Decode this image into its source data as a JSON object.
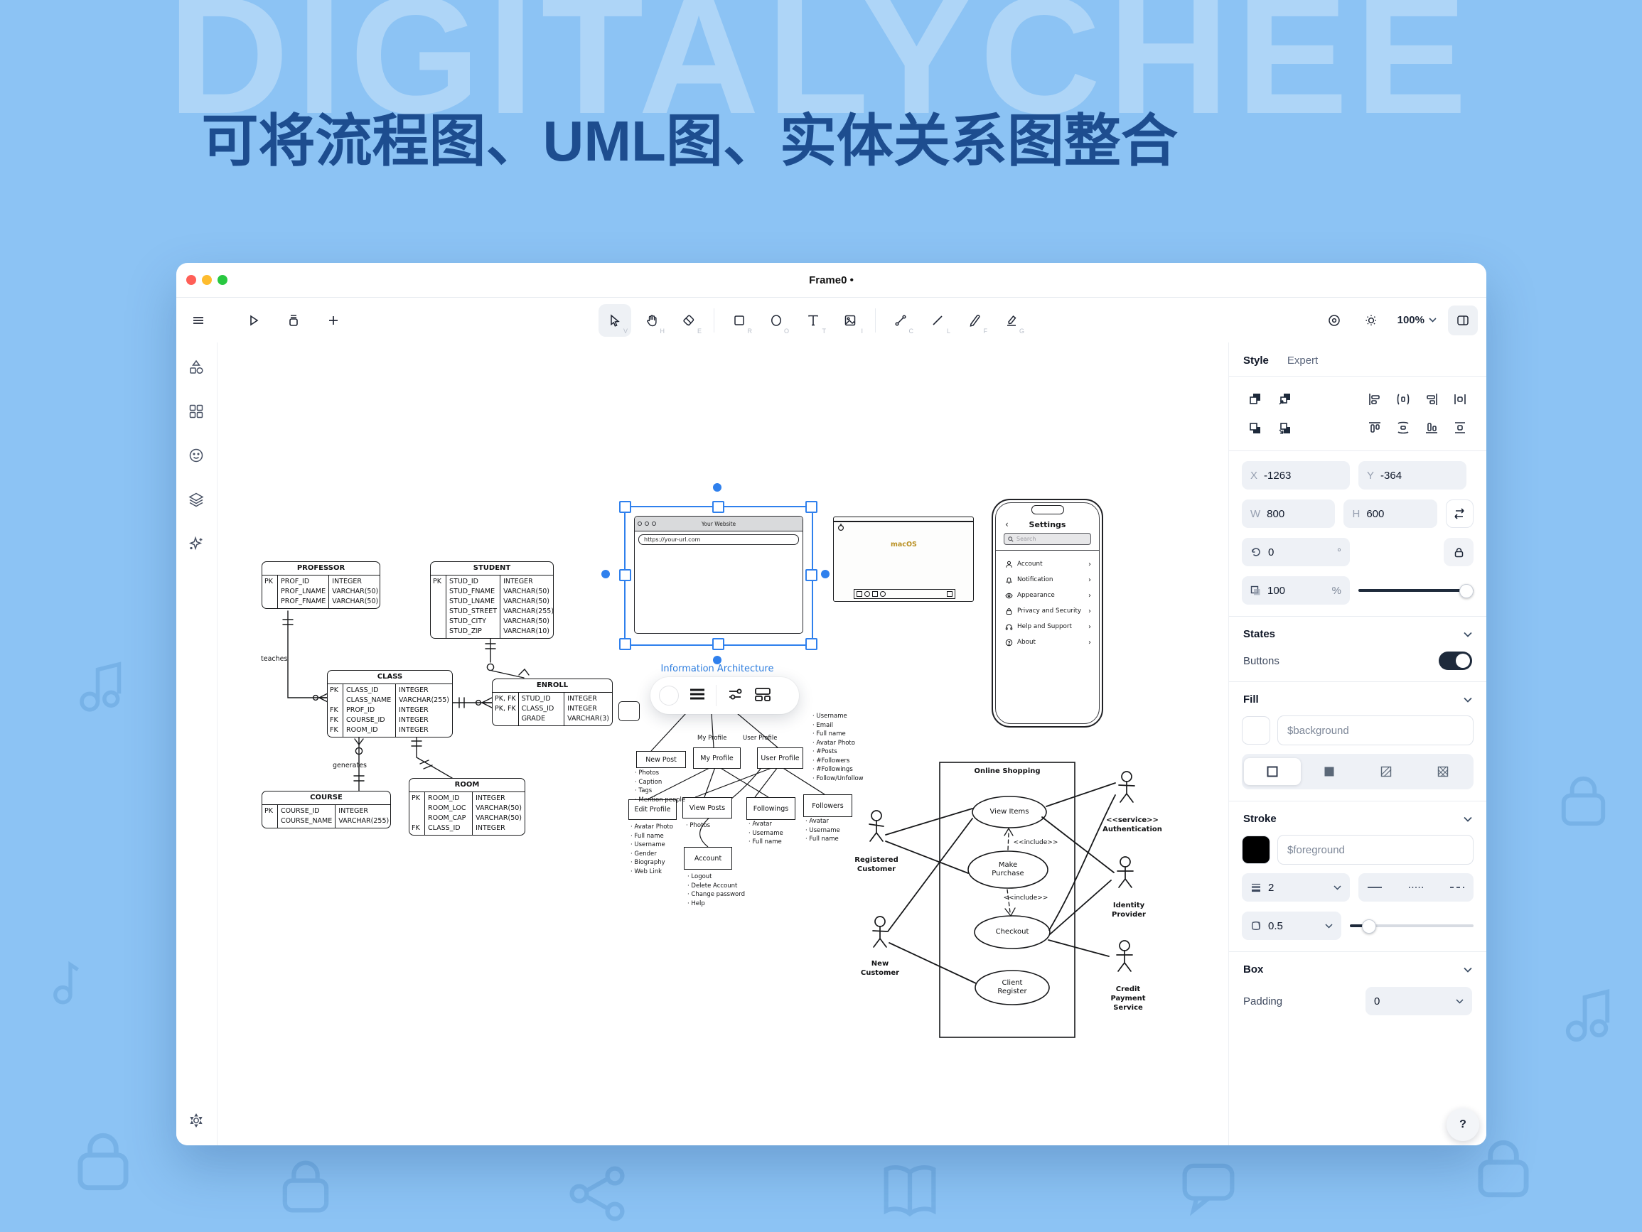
{
  "hero": {
    "title": "可将流程图、UML图、实体关系图整合",
    "watermark": "DIGITALYCHEE"
  },
  "window": {
    "title": "Frame0 •"
  },
  "toolbar": {
    "zoom": "100%",
    "tool_keys": {
      "select": "V",
      "hand": "H",
      "eraser": "E",
      "rect": "R",
      "oval": "O",
      "text": "T",
      "image": "I",
      "connector": "C",
      "line": "L",
      "freehand": "F",
      "highlighter": "G"
    }
  },
  "panel": {
    "tabs": {
      "style": "Style",
      "expert": "Expert"
    },
    "transform": {
      "x_label": "X",
      "x": "-1263",
      "y_label": "Y",
      "y": "-364",
      "w_label": "W",
      "w": "800",
      "h_label": "H",
      "h": "600",
      "rotation": "0",
      "rotation_unit": "°",
      "opacity": "100",
      "opacity_unit": "%"
    },
    "states": {
      "title": "States",
      "buttons_label": "Buttons"
    },
    "fill": {
      "title": "Fill",
      "value": "$background"
    },
    "stroke": {
      "title": "Stroke",
      "value": "$foreground",
      "width": "2",
      "roughness": "0.5"
    },
    "box": {
      "title": "Box",
      "padding_label": "Padding",
      "padding_value": "0"
    },
    "help": "?"
  },
  "er": {
    "professor": {
      "name": "PROFESSOR",
      "keys": "PK",
      "fields": "PROF_ID\nPROF_LNAME\nPROF_FNAME",
      "types": "INTEGER\nVARCHAR(50)\nVARCHAR(50)"
    },
    "student": {
      "name": "STUDENT",
      "keys": "PK",
      "fields": "STUD_ID\nSTUD_FNAME\nSTUD_LNAME\nSTUD_STREET\nSTUD_CITY\nSTUD_ZIP",
      "types": "INTEGER\nVARCHAR(50)\nVARCHAR(50)\nVARCHAR(255)\nVARCHAR(50)\nVARCHAR(10)"
    },
    "class": {
      "name": "CLASS",
      "keys": "PK\n\nFK\nFK\nFK",
      "fields": "CLASS_ID\nCLASS_NAME\nPROF_ID\nCOURSE_ID\nROOM_ID",
      "types": "INTEGER\nVARCHAR(255)\nINTEGER\nINTEGER\nINTEGER"
    },
    "enroll": {
      "name": "ENROLL",
      "keys": "PK, FK\nPK, FK",
      "fields": "STUD_ID\nCLASS_ID\nGRADE",
      "types": "INTEGER\nINTEGER\nVARCHAR(3)"
    },
    "course": {
      "name": "COURSE",
      "keys": "PK",
      "fields": "COURSE_ID\nCOURSE_NAME",
      "types": "INTEGER\nVARCHAR(255)"
    },
    "room": {
      "name": "ROOM",
      "keys": "PK\n\n\nFK",
      "fields": "ROOM_ID\nROOM_LOC\nROOM_CAP\nCLASS_ID",
      "types": "INTEGER\nVARCHAR(50)\nVARCHAR(50)\nINTEGER"
    },
    "teaches_label": "teaches",
    "generates_label": "generates"
  },
  "browser": {
    "title": "Your Website",
    "url": "https://your-url.com",
    "caption": "Information Architecture"
  },
  "desktop": {
    "os_label": "macOS"
  },
  "phone": {
    "back": "‹",
    "title": "Settings",
    "search_placeholder": "Search",
    "chevron": "›",
    "items": [
      {
        "label": "Account"
      },
      {
        "label": "Notification"
      },
      {
        "label": "Appearance"
      },
      {
        "label": "Privacy and Security"
      },
      {
        "label": "Help and Support"
      },
      {
        "label": "About"
      }
    ]
  },
  "ia": {
    "new_post": "New Post",
    "my_profile": "My Profile",
    "user_profile": "User Profile",
    "edit_profile": "Edit Profile",
    "view_posts": "View Posts",
    "followings": "Followings",
    "followers": "Followers",
    "account": "Account",
    "my_profile_edge": "My Profile",
    "user_profile_edge": "User Profile",
    "new_post_list": "· Photos\n· Caption\n· Tags\n· Mention people",
    "user_profile_list": "· Username\n· Email\n· Full name\n· Avatar Photo\n· #Posts\n· #Followers\n· #Followings\n· Follow/Unfollow",
    "edit_profile_list": "· Avatar Photo\n· Full name\n· Username\n· Gender\n· Biography\n· Web Link",
    "view_posts_list": "· Photos",
    "followings_list": "· Avatar\n· Username\n· Full name",
    "followers_list": "· Avatar\n· Username\n· Full name",
    "account_list": "· Logout\n· Delete Account\n· Change password\n· Help"
  },
  "usecase": {
    "system": "Online Shopping",
    "view_items": "View Items",
    "make_purchase": "Make\nPurchase",
    "checkout": "Checkout",
    "client_register": "Client\nRegister",
    "include1": "<<include>>",
    "include2": "<<include>>",
    "registered_customer": "Registered\nCustomer",
    "new_customer": "New\nCustomer",
    "authentication": "<<service>>\nAuthentication",
    "identity_provider": "Identity\nProvider",
    "credit_payment": "Credit\nPayment\nService"
  }
}
